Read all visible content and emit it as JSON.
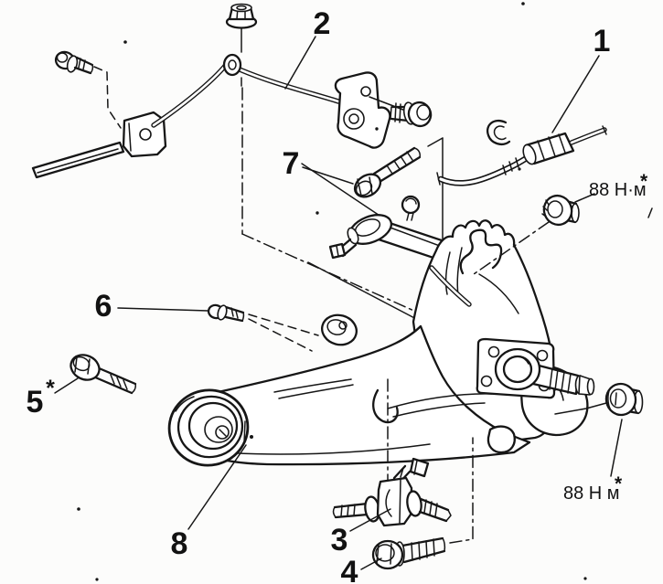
{
  "figure": {
    "kind": "exploded-parts-diagram",
    "paper_color": "#fcfcfb",
    "ink_color": "#161616",
    "callouts": [
      {
        "label": "1"
      },
      {
        "label": "2"
      },
      {
        "label": "3"
      },
      {
        "label": "4"
      },
      {
        "label": "5",
        "star": "*"
      },
      {
        "label": "6"
      },
      {
        "label": "7"
      },
      {
        "label": "8"
      }
    ],
    "torque_labels": [
      {
        "value": "88 Н·м",
        "star": "*"
      },
      {
        "value": "88 Н м",
        "star": "*"
      }
    ]
  }
}
